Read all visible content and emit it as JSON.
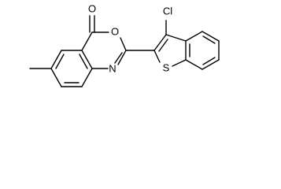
{
  "molecule": {
    "atoms": {
      "carbonyl_oxygen": "O",
      "ring_oxygen": "O",
      "ring_nitrogen": "N",
      "chlorine": "Cl",
      "sulfur": "S"
    }
  }
}
